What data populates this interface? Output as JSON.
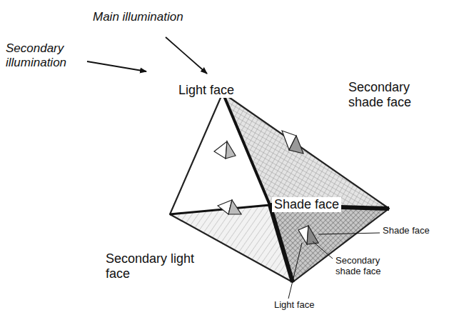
{
  "diagram": {
    "labels": [
      "Main illumination",
      "Secondary illumination",
      "Light face",
      "Secondary shade face",
      "Shade face",
      "Secondary light face",
      "Shade face",
      "Secondary shade face",
      "Light face"
    ]
  }
}
